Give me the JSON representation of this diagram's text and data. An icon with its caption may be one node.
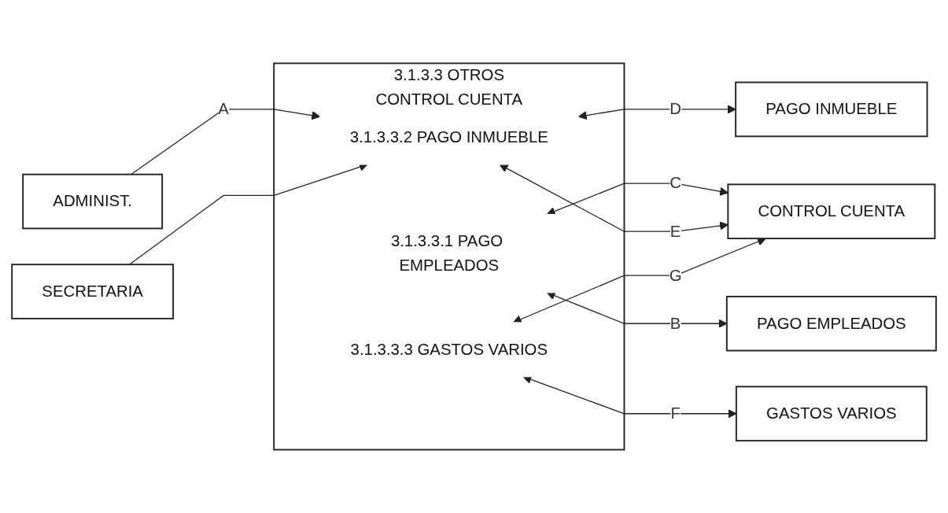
{
  "diagram": {
    "nodes": [
      {
        "text": [
          "ADMINIST."
        ]
      },
      {
        "text": [
          "SECRETARIA"
        ]
      },
      {
        "text": [
          "3.1.3.3 OTROS",
          "CONTROL CUENTA"
        ]
      },
      {
        "text": [
          "3.1.3.3.1 PAGO EMPLEADOS"
        ],
        "in": 2
      },
      {
        "text": [
          "3.1.3.3.2 PAGO INMUEBLE"
        ],
        "in": 2
      },
      {
        "text": [
          "3.1.3.3.3 GASTOS VARIOS"
        ],
        "in": 2
      },
      {
        "text": [
          "PAGO EMPLEADOS"
        ]
      },
      {
        "text": [
          "PAGO INMUEBLE"
        ]
      },
      {
        "text": [
          "GASTOS VARIOS"
        ]
      },
      {
        "text": [
          "CONTROL CUENTA"
        ]
      }
    ],
    "edges": [
      {
        "from": 0,
        "to": 4,
        "arrow": "to",
        "label": "A"
      },
      {
        "from": 1,
        "to": 4,
        "arrow": "to"
      },
      {
        "from": 3,
        "to": 6,
        "arrow": "both",
        "label": "B"
      },
      {
        "from": 3,
        "to": 9,
        "arrow": "both",
        "label": "C"
      },
      {
        "from": 4,
        "to": 7,
        "arrow": "both",
        "label": "D"
      },
      {
        "from": 4,
        "to": 9,
        "arrow": "both",
        "label": "E"
      },
      {
        "from": 5,
        "to": 8,
        "arrow": "both",
        "label": "F"
      },
      {
        "from": 5,
        "to": 9,
        "arrow": "both",
        "label": "G"
      }
    ]
  }
}
